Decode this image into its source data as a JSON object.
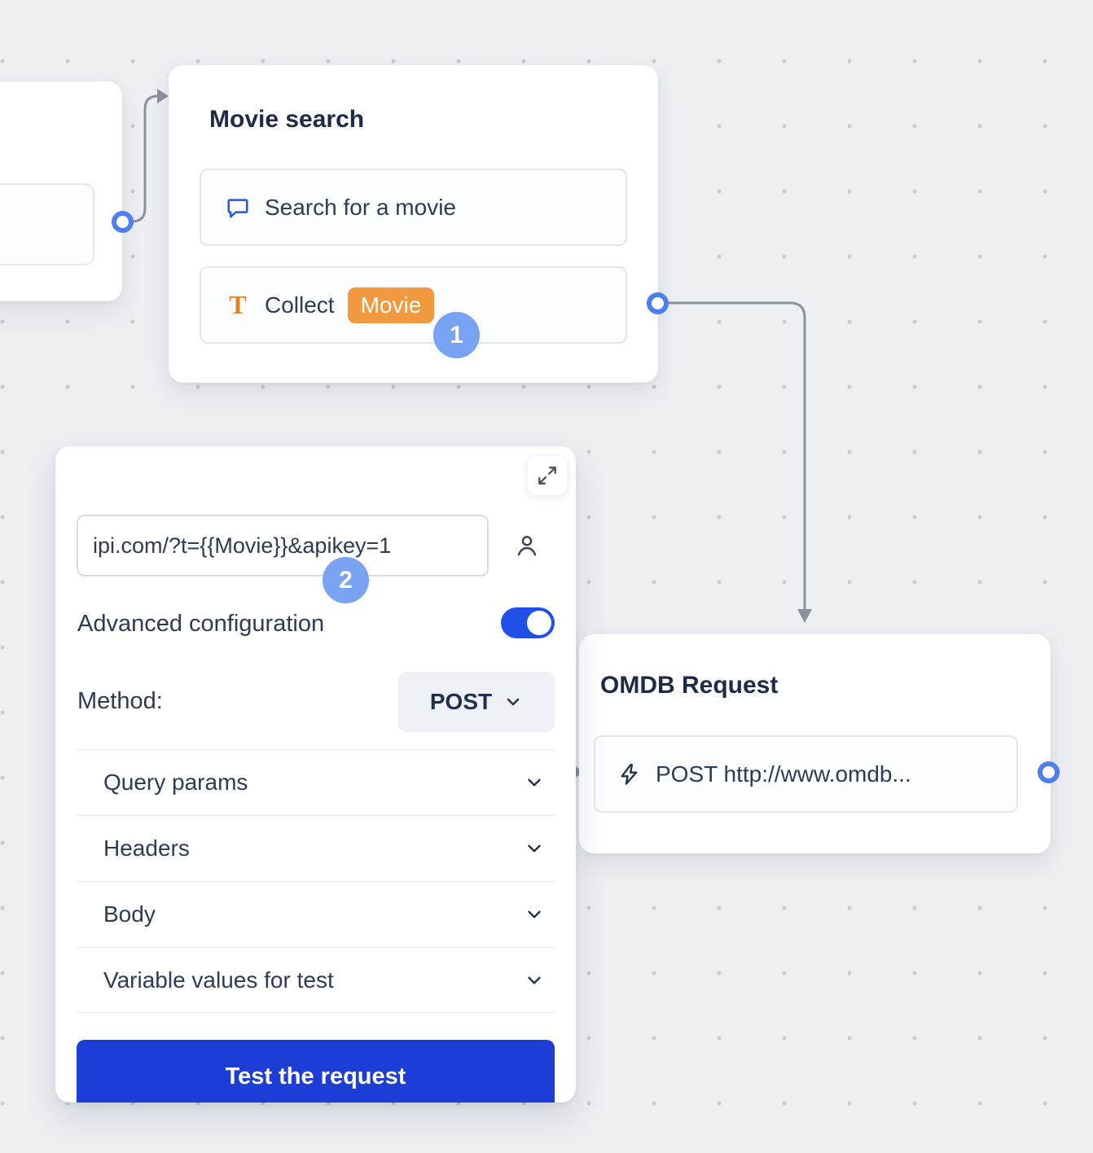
{
  "flow": {
    "movie_search": {
      "title": "Movie search",
      "steps": [
        {
          "icon": "chat-bubble-icon",
          "label": "Search for a movie"
        },
        {
          "icon": "text-input-icon",
          "label": "Collect",
          "variable": "Movie"
        }
      ],
      "step_number": "1"
    },
    "omdb_request": {
      "title": "OMDB Request",
      "steps": [
        {
          "icon": "lightning-icon",
          "label": "POST http://www.omdb..."
        }
      ]
    }
  },
  "panel": {
    "step_number": "2",
    "url_input": {
      "value": "ipi.com/?t={{Movie}}&apikey=1"
    },
    "advanced_configuration_label": "Advanced configuration",
    "advanced_configuration_on": true,
    "method_label": "Method:",
    "method_value": "POST",
    "sections": [
      {
        "label": "Query params"
      },
      {
        "label": "Headers"
      },
      {
        "label": "Body"
      },
      {
        "label": "Variable values for test"
      }
    ],
    "test_button_label": "Test the request"
  },
  "icons": {
    "text_input_glyph": "T"
  },
  "colors": {
    "canvas_background": "#edeff3",
    "accent_blue": "#2f55d4",
    "toggle_blue": "#2150e8",
    "button_blue": "#1d3ed6",
    "step_badge_blue": "#78a3f3",
    "variable_orange": "#f0993e",
    "connector_gray": "#8b919c",
    "port_blue": "#4d7ef2"
  }
}
